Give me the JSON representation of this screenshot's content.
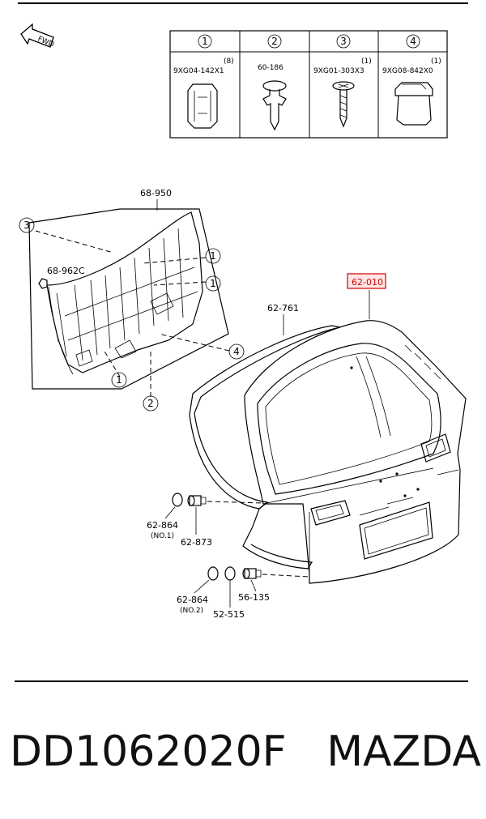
{
  "fwd_label": "FWD",
  "fastener_table": [
    {
      "index": "1",
      "part": "9XG04-142X1",
      "qty": "(8)"
    },
    {
      "index": "2",
      "part": "60-186",
      "qty": ""
    },
    {
      "index": "3",
      "part": "9XG01-303X3",
      "qty": "(1)"
    },
    {
      "index": "4",
      "part": "9XG08-842X0",
      "qty": "(1)"
    }
  ],
  "callouts": {
    "trim_panel": "68-950",
    "clip": "68-962C",
    "weatherstrip": "62-761",
    "liftgate": "62-010",
    "bumper_no1": "62-864",
    "bumper_no1_note": "(NO.1)",
    "bumper_no2": "62-864",
    "bumper_no2_note": "(NO.2)",
    "cushion_62_873": "62-873",
    "cushion_56_135": "56-135",
    "cushion_52_515": "52-515"
  },
  "circle_refs": {
    "c3": "3",
    "c1a": "1",
    "c1b": "1",
    "c1c": "1",
    "c4": "4",
    "c2": "2"
  },
  "footer": {
    "part_number": "DD1062020F",
    "brand": "MAZDA"
  },
  "highlight_color": "#d10000"
}
